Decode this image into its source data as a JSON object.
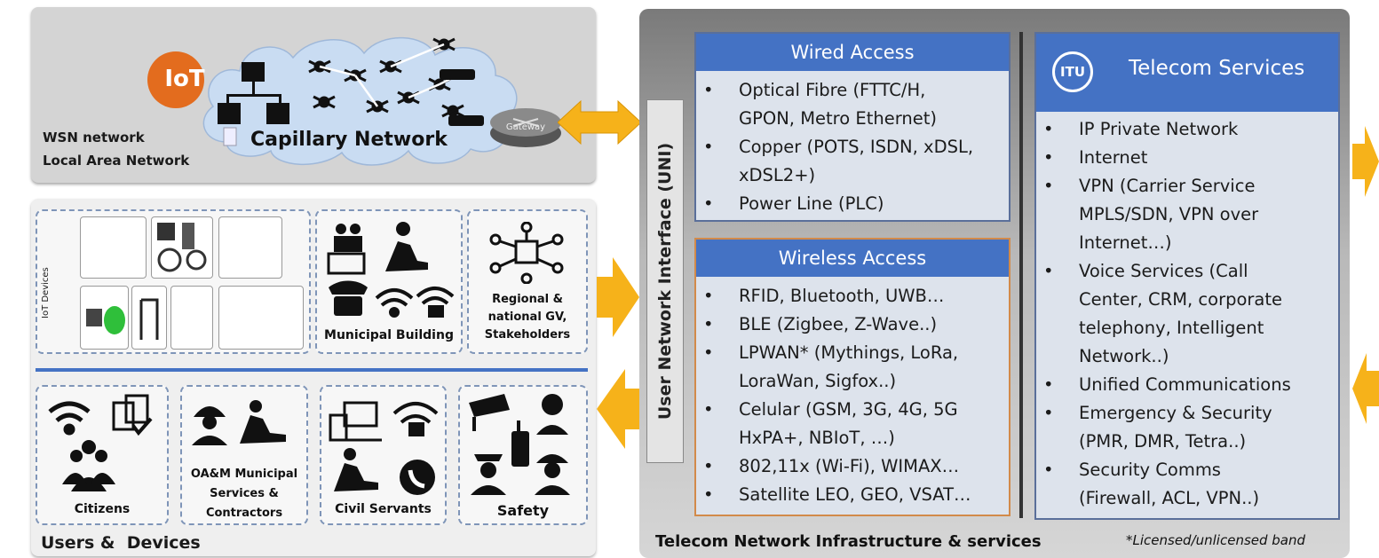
{
  "top_panel": {
    "iot_label": "IoT",
    "cloud_label": "Capillary Network",
    "gateway_label": "Gateway",
    "wsn_line1": "WSN network",
    "wsn_line2": "Local Area Network"
  },
  "users_panel": {
    "iot_devices_label": "IoT Devices",
    "municipal_building_label": "Municipal Building",
    "regional_label": "Regional & national GV, Stakeholders",
    "citizens_label": "Citizens",
    "oam_label": "OA&M Municipal Services & Contractors",
    "civil_servants_label": "Civil Servants",
    "safety_label": "Safety",
    "title": "Users &  Devices"
  },
  "uni_label": "User Network Interface (UNI)",
  "wired": {
    "title": "Wired Access",
    "items": [
      "Optical Fibre (FTTC/H,",
      "GPON, Metro Ethernet)",
      "Copper (POTS, ISDN, xDSL,",
      "xDSL2+)",
      "Power Line (PLC)"
    ]
  },
  "wireless": {
    "title": "Wireless Access",
    "items": [
      "RFID, Bluetooth, UWB…",
      "BLE (Zigbee, Z-Wave..)",
      "LPWAN* (Mythings, LoRa,",
      "LoraWan, Sigfox..)",
      "Celular (GSM, 3G, 4G, 5G",
      "HxPA+, NBIoT, …)",
      "802,11x (Wi-Fi), WIMAX…",
      "Satellite LEO, GEO, VSAT…"
    ]
  },
  "telecom": {
    "logo": "ITU",
    "title": "Telecom Services",
    "items": [
      "IP Private Network",
      "Internet",
      "VPN (Carrier Service",
      "MPLS/SDN, VPN over",
      "Internet…)",
      "Voice Services (Call",
      "Center, CRM, corporate",
      "telephony, Intelligent",
      "Network..)",
      "Unified Communications",
      "Emergency & Security",
      "(PMR, DMR, Tetra..)",
      "Security Comms",
      "(Firewall, ACL, VPN..)"
    ]
  },
  "footer": {
    "infra_label": "Telecom Network Infrastructure & services",
    "band_note": "*Licensed/unlicensed band"
  },
  "colors": {
    "accent_blue": "#4472c4",
    "arrow_orange": "#f6b21a",
    "iot_orange": "#e36c1e",
    "cloud_blue": "#c9dcf2"
  }
}
